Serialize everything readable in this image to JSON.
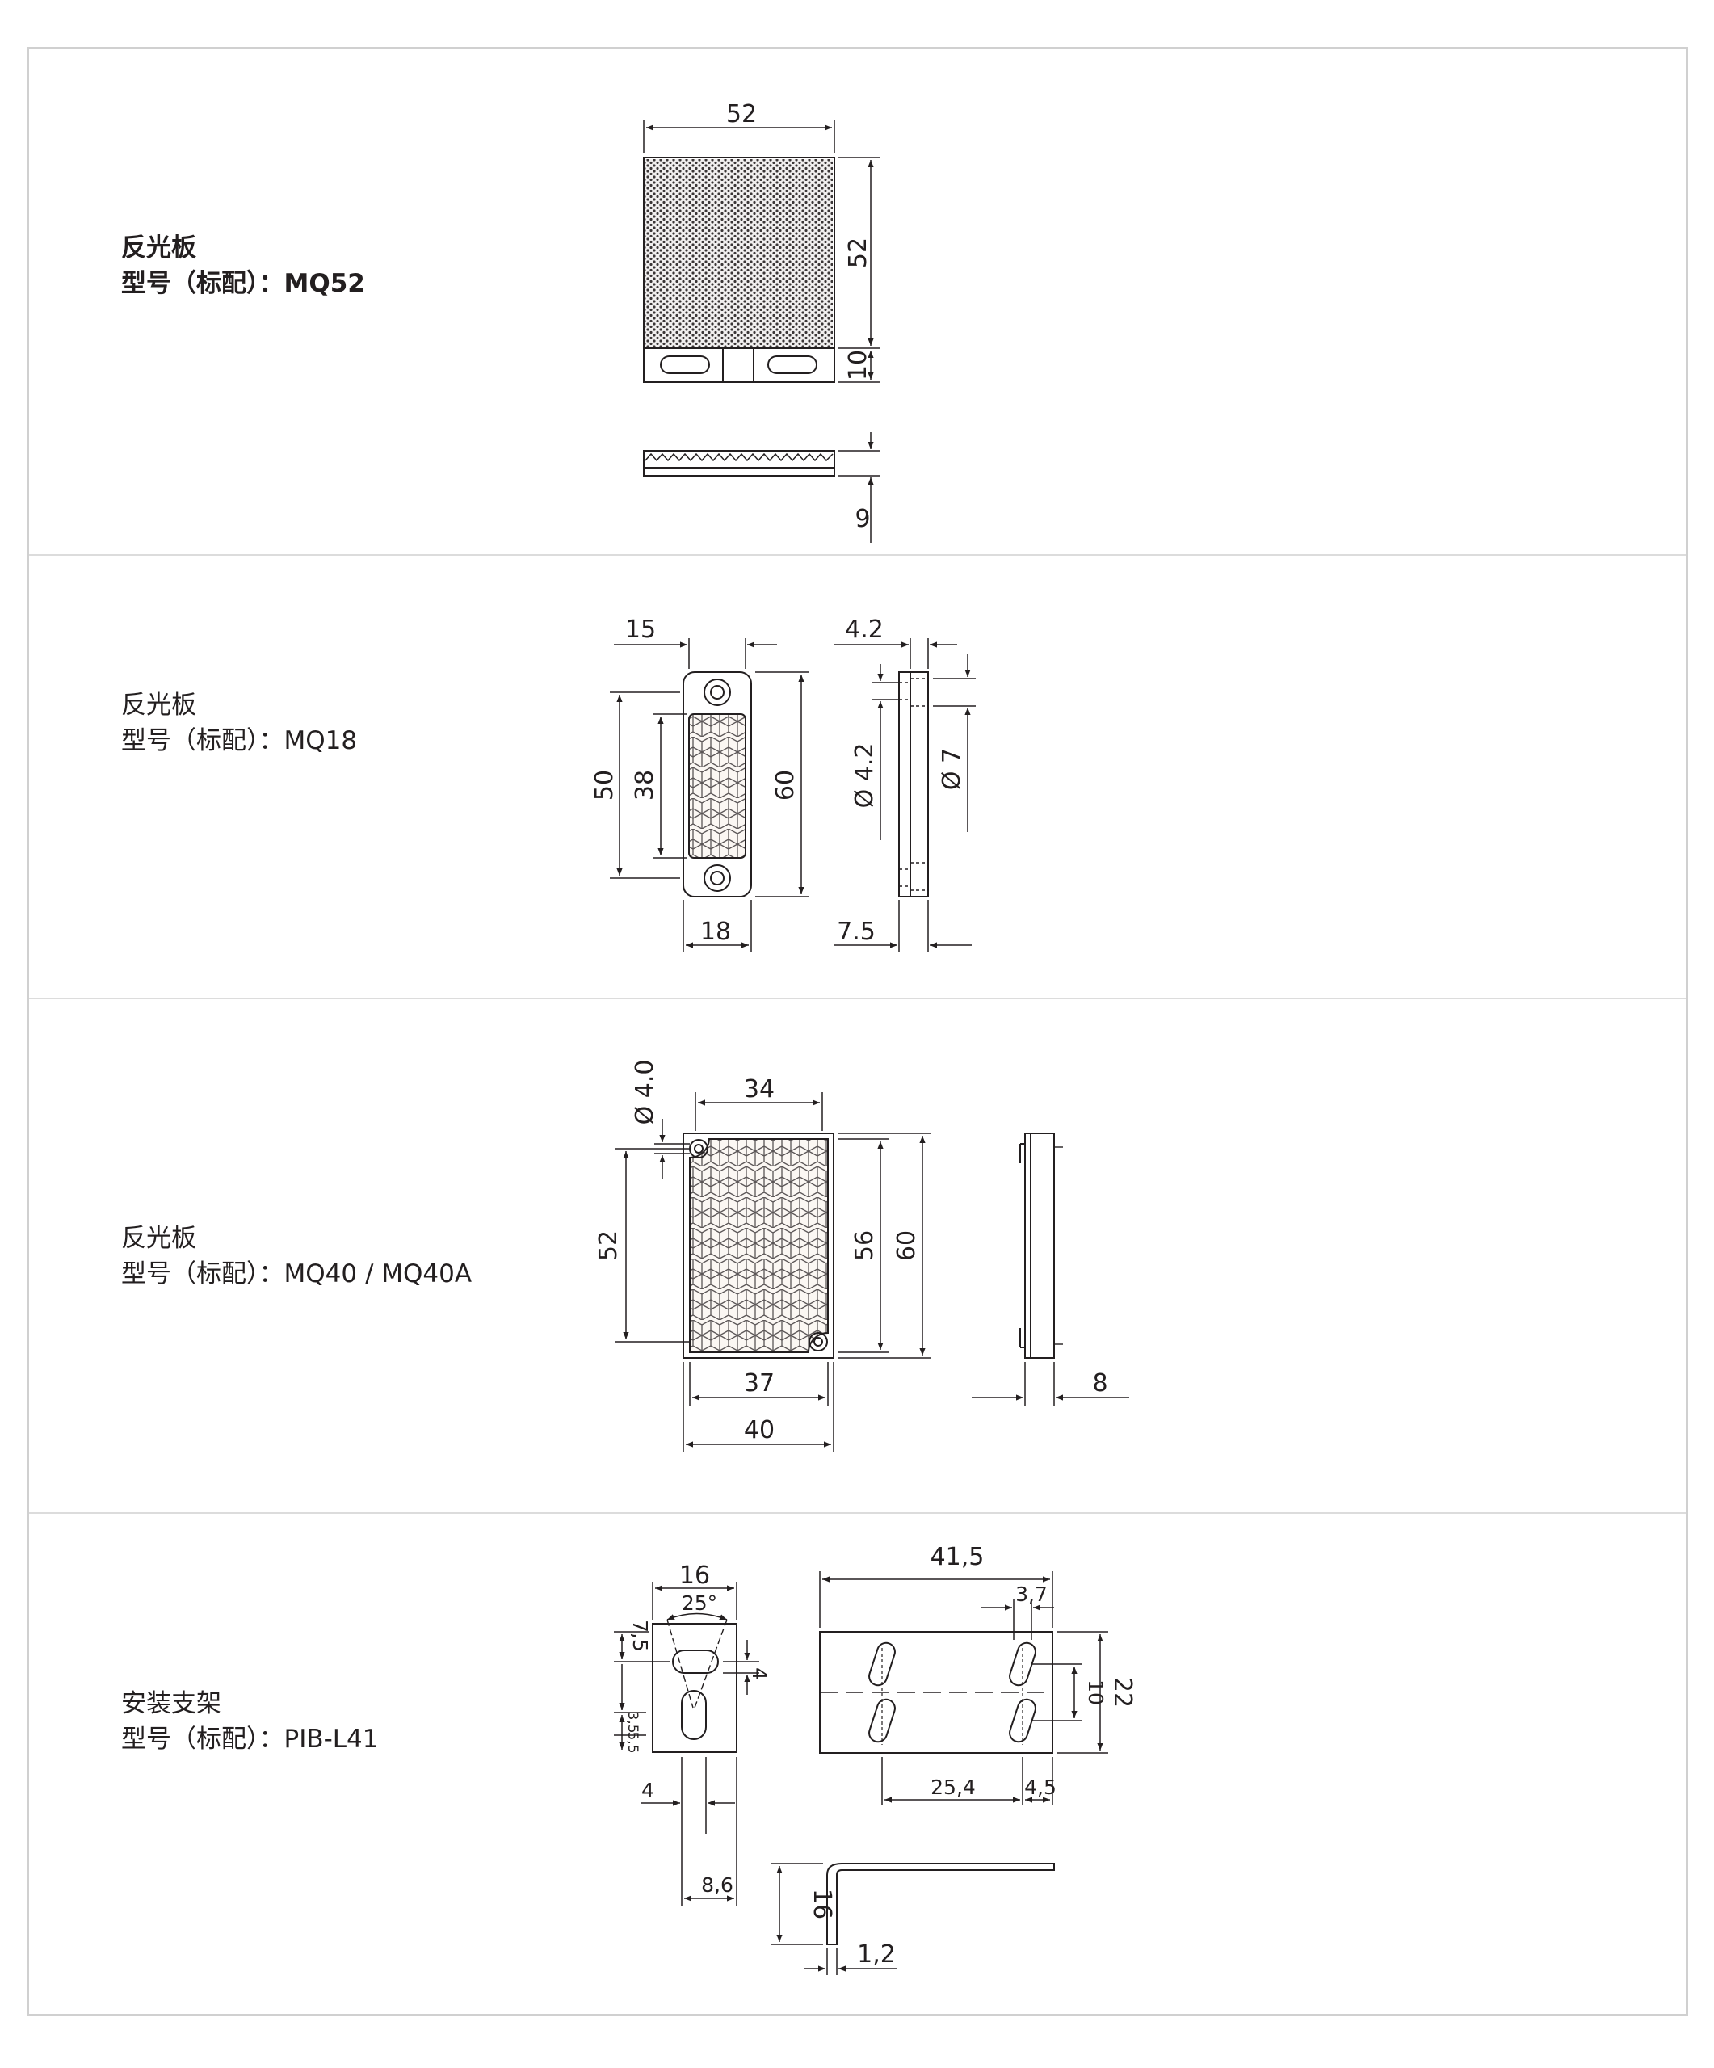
{
  "sections": [
    {
      "title": "反光板",
      "model": "型号（标配）：MQ52",
      "dims": {
        "width": "52",
        "height": "52",
        "tab": "10",
        "thickness": "9"
      }
    },
    {
      "title": "反光板",
      "model": "型号（标配）：MQ18",
      "dims": {
        "width_top": "15",
        "depth_top": "4.2",
        "hole_pitch": "50",
        "reflector_h": "38",
        "height": "60",
        "hole_d": "Ø 4.2",
        "counterbore_d": "Ø 7",
        "width_bottom": "18",
        "depth_bottom": "7.5"
      }
    },
    {
      "title": "反光板",
      "model": "型号（标配）：MQ40 / MQ40A",
      "dims": {
        "hole_d": "Ø 4.0",
        "inner_w": "34",
        "hole_pitch": "52",
        "inner_h": "56",
        "height": "60",
        "bottom_inner": "37",
        "width": "40",
        "thickness": "8"
      }
    },
    {
      "title": "安装支架",
      "model": "型号（标配）：PIB-L41",
      "dims": {
        "side_w": "16",
        "angle": "25°",
        "v1": "7,5",
        "v2": "4",
        "v3": "3,5",
        "v4": "5,5",
        "h1": "4",
        "h2": "8,6",
        "length": "41,5",
        "slot": "3,7",
        "height": "22",
        "slot_pitch_v": "10",
        "slot_pitch_h": "25,4",
        "edge": "4,5",
        "leg": "16",
        "thick": "1,2"
      }
    }
  ]
}
